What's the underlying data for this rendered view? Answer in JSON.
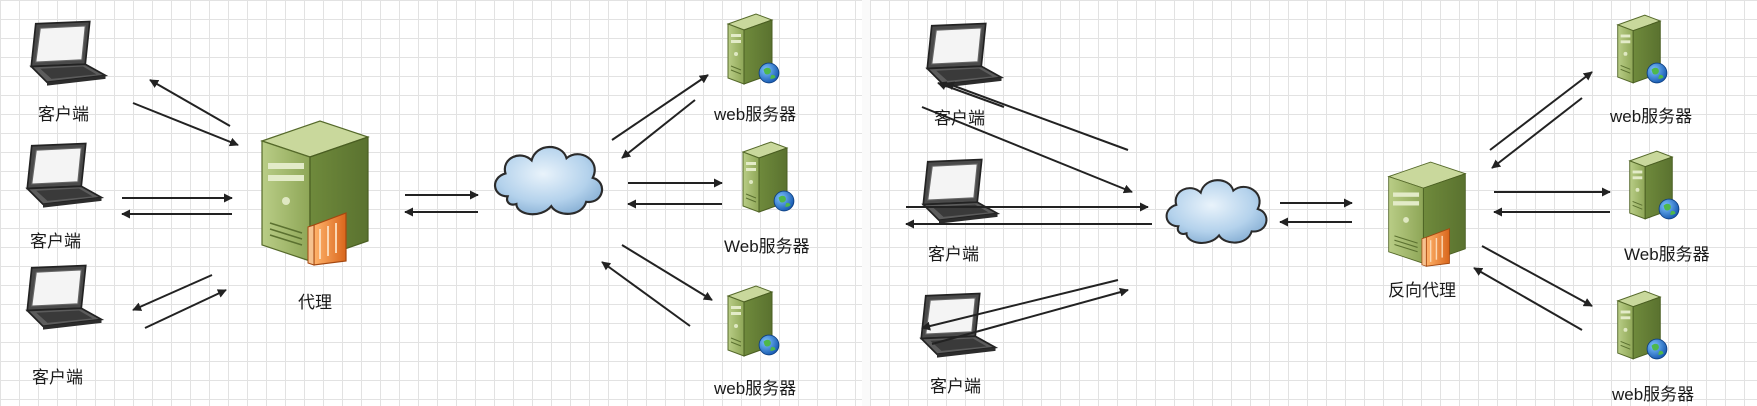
{
  "forward_proxy": {
    "clients": [
      "客户端",
      "客户端",
      "客户端"
    ],
    "proxy_label": "代理",
    "servers": [
      "web服务器",
      "Web服务器",
      "web服务器"
    ]
  },
  "reverse_proxy": {
    "clients": [
      "客户端",
      "客户端",
      "客户端"
    ],
    "proxy_label": "反向代理",
    "servers": [
      "web服务器",
      "Web服务器",
      "web服务器"
    ]
  },
  "colors": {
    "server_green": "#9db565",
    "server_dark": "#6f8a3c",
    "badge_orange": "#e88a2e",
    "cloud_blue": "#a9c9e6",
    "arrow": "#222222"
  },
  "icons": [
    "laptop-icon",
    "server-icon",
    "proxy-server-icon",
    "cloud-icon",
    "globe-icon"
  ]
}
